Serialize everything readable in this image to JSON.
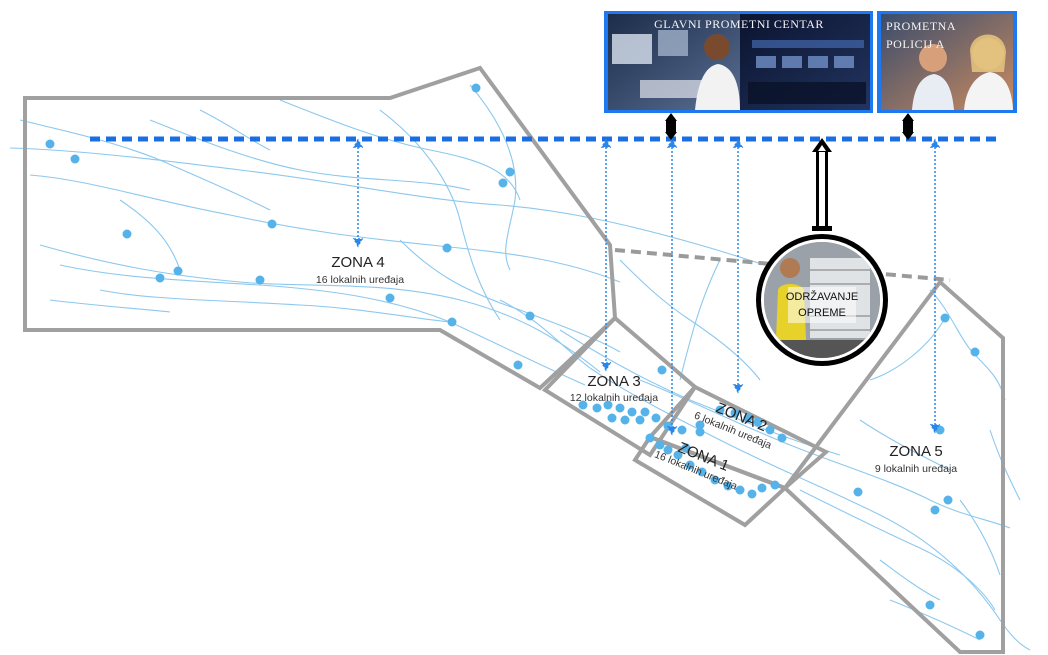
{
  "panels": {
    "main_center": {
      "title": "GLAVNI PROMETNI CENTAR"
    },
    "police": {
      "title_line1": "PROMETNA",
      "title_line2": "POLICIJ A"
    }
  },
  "maintenance": {
    "line1": "ODRŽAVANJE",
    "line2": "OPREME"
  },
  "zones": [
    {
      "id": "zone4",
      "name": "ZONA 4",
      "devices": "16 lokalnih uređaja"
    },
    {
      "id": "zone3",
      "name": "ZONA 3",
      "devices": "12 lokalnih uređaja"
    },
    {
      "id": "zone2",
      "name": "ZONA 2",
      "devices": "6 lokalnih uređaja"
    },
    {
      "id": "zone1",
      "name": "ZONA 1",
      "devices": "16 lokalnih uređaja"
    },
    {
      "id": "zone5",
      "name": "ZONA 5",
      "devices": "9 lokalnih uređaja"
    }
  ],
  "colors": {
    "zone_outline": "#a0a0a0",
    "road": "#8cc8ee",
    "device": "#56b3ea",
    "bus": "#1a6fe0",
    "panel_frame": "#1e78f0"
  }
}
